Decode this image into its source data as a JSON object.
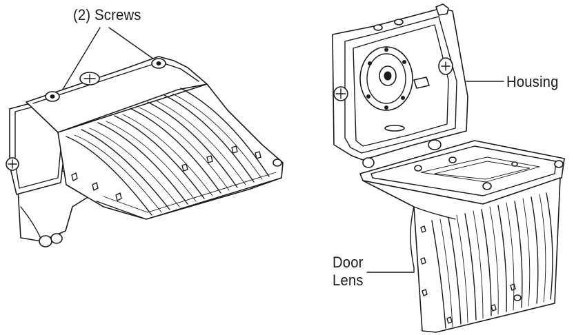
{
  "labels": {
    "screws": "(2) Screws",
    "housing": "Housing",
    "door_lens_line1": "Door",
    "door_lens_line2": "Lens"
  },
  "colors": {
    "ink": "#1a1a1a",
    "paper": "#ffffff"
  }
}
